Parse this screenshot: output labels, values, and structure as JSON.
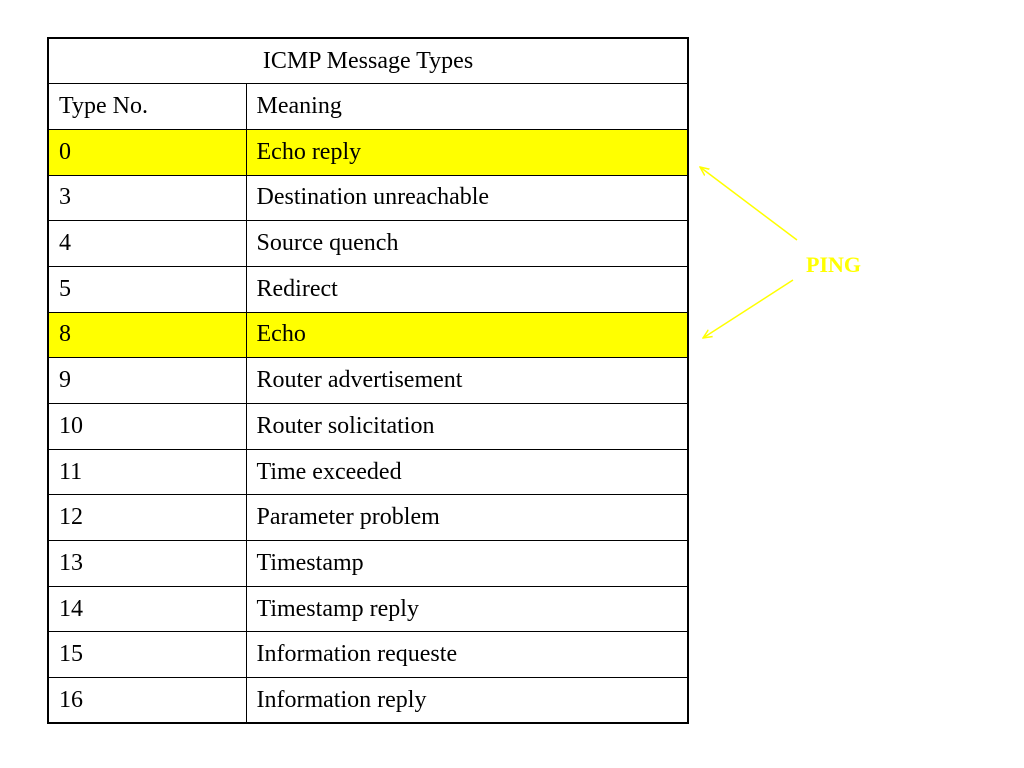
{
  "table": {
    "title": "ICMP Message Types",
    "headers": [
      "Type No.",
      "Meaning"
    ],
    "rows": [
      {
        "type": "0",
        "meaning": "Echo reply",
        "highlight": true
      },
      {
        "type": "3",
        "meaning": "Destination unreachable",
        "highlight": false
      },
      {
        "type": "4",
        "meaning": "Source quench",
        "highlight": false
      },
      {
        "type": "5",
        "meaning": "Redirect",
        "highlight": false
      },
      {
        "type": "8",
        "meaning": "Echo",
        "highlight": true
      },
      {
        "type": "9",
        "meaning": "Router advertisement",
        "highlight": false
      },
      {
        "type": "10",
        "meaning": "Router solicitation",
        "highlight": false
      },
      {
        "type": "11",
        "meaning": "Time exceeded",
        "highlight": false
      },
      {
        "type": "12",
        "meaning": "Parameter problem",
        "highlight": false
      },
      {
        "type": "13",
        "meaning": "Timestamp",
        "highlight": false
      },
      {
        "type": "14",
        "meaning": "Timestamp reply",
        "highlight": false
      },
      {
        "type": "15",
        "meaning": "Information requeste",
        "highlight": false
      },
      {
        "type": "16",
        "meaning": "Information reply",
        "highlight": false
      }
    ]
  },
  "annotation": {
    "label": "PING",
    "color": "#ffff00"
  },
  "colors": {
    "highlight": "#ffff00",
    "border": "#000000",
    "background": "#ffffff"
  }
}
